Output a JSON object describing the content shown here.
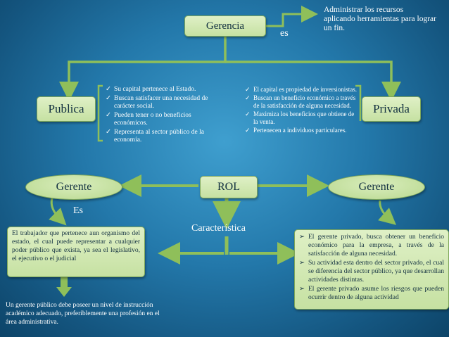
{
  "nodes": {
    "gerencia": "Gerencia",
    "publica": "Publica",
    "privada": "Privada",
    "gerente_left": "Gerente",
    "gerente_right": "Gerente",
    "rol": "ROL"
  },
  "labels": {
    "es_top": "es",
    "es_left": "Es",
    "caracteristica": "Característica"
  },
  "admin_text": "Administrar los recursos aplicando herramientas para lograr un fin.",
  "publica_bullets": [
    "Su capital pertenece al Estado.",
    "Buscan satisfacer una necesidad de carácter social.",
    "Pueden tener o no beneficios económicos.",
    "Representa al sector público de la economía."
  ],
  "privada_bullets": [
    "El capital es propiedad de inversionistas.",
    "Buscan un beneficio económico a través de la satisfacción de alguna necesidad.",
    "Maximiza los beneficios que obtiene de la venta.",
    "Pertenecen a individuos particulares."
  ],
  "gerente_publico_def": "El trabajador que pertenece aun organismo del estado, el cual puede representar a cualquier poder público que exista, ya sea el legislativo, el ejecutivo o el judicial",
  "gerente_publico_req": "Un gerente público debe poseer un nivel de instrucción académico adecuado, preferiblemente una profesión en el área administrativa.",
  "gerente_privado_bullets": [
    "El gerente privado, busca obtener un beneficio económico para la empresa, a través de la satisfacción de alguna necesidad.",
    "Su actividad esta dentro del sector privado, el cual se diferencia del sector público, ya que desarrollan actividades distintas.",
    "El gerente privado asume los riesgos que pueden ocurrir dentro de alguna actividad"
  ],
  "icons": {
    "check": "✓",
    "arrow_bullet": "➢"
  },
  "colors": {
    "box_fill": "#d4eab4",
    "connector": "#8fbf5a",
    "background": "#2378aa"
  }
}
